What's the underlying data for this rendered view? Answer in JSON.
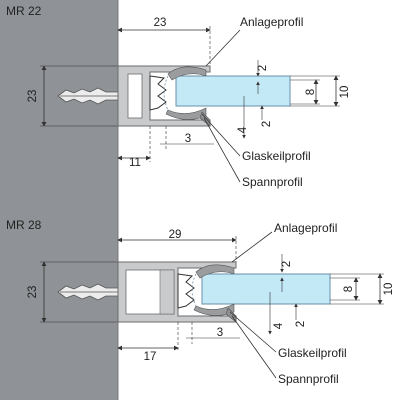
{
  "colors": {
    "wall": "#8f9397",
    "wall_dark": "#76797c",
    "profile": "#c9cacc",
    "profile_edge": "#6a6c6e",
    "glass": "#c3e8f6",
    "glass_edge": "#6a8fa8",
    "seal": "#9a9c9e",
    "line": "#333333"
  },
  "top": {
    "title": "MR 22",
    "dim_width": "23",
    "dim_height": "23",
    "dim_gap": "11",
    "dim_gap2": "3",
    "dim_glass_8": "8",
    "dim_glass_10": "10",
    "dim_2_upper": "2",
    "dim_2_lower": "2",
    "dim_4": "4",
    "label_anlage": "Anlageprofil",
    "label_glaskeil": "Glaskeilprofil",
    "label_spann": "Spannprofil"
  },
  "bottom": {
    "title": "MR 28",
    "dim_width": "29",
    "dim_height": "23",
    "dim_gap": "17",
    "dim_gap2": "3",
    "dim_glass_8": "8",
    "dim_glass_10": "10",
    "dim_2_upper": "2",
    "dim_2_lower": "2",
    "dim_4": "4",
    "label_anlage": "Anlageprofil",
    "label_glaskeil": "Glaskeilprofil",
    "label_spann": "Spannprofil"
  }
}
